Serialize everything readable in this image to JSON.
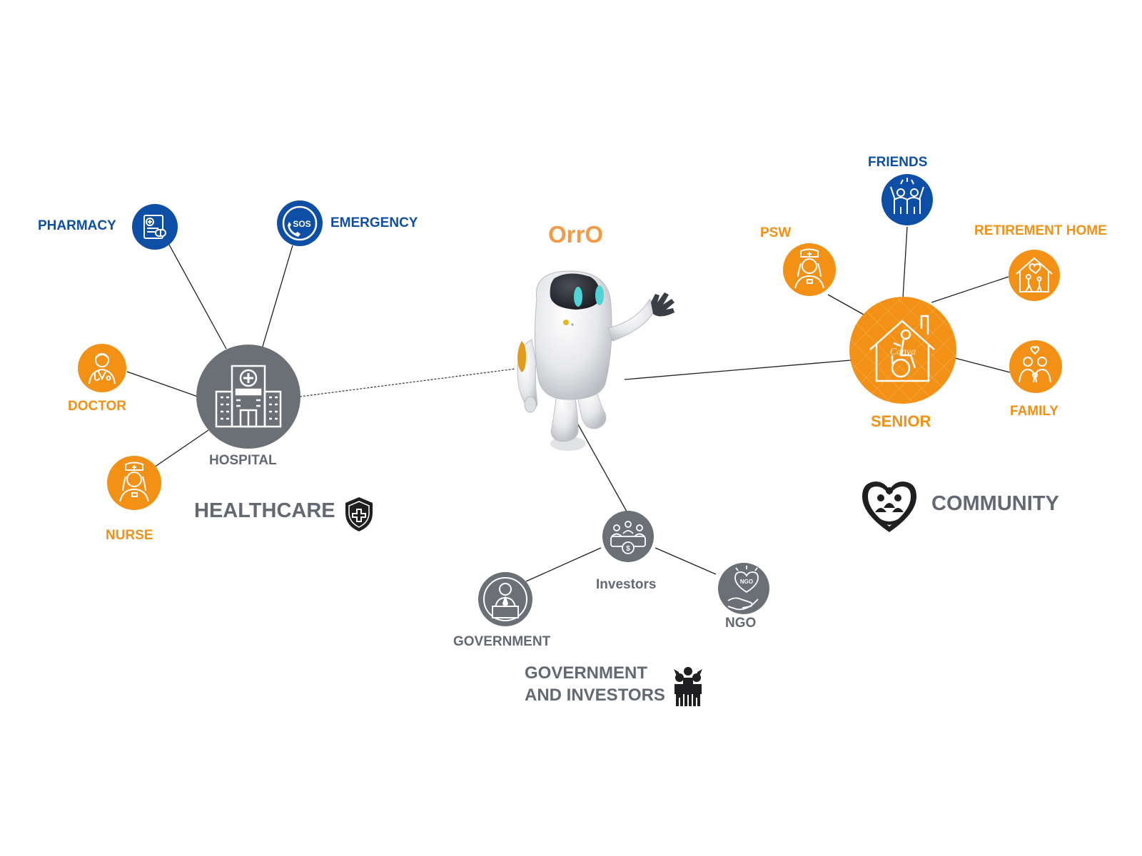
{
  "title": "OrrO",
  "colors": {
    "blue": "#0d4fa6",
    "orange": "#f39117",
    "gray": "#6b6f76",
    "title_orange": "#f39a46",
    "text_gray": "#636873"
  },
  "healthcare": {
    "group_label": "HEALTHCARE",
    "group_icon": "shield-cross-icon",
    "hub": {
      "label": "HOSPITAL",
      "icon": "hospital-building-icon"
    },
    "nodes": [
      {
        "label": "PHARMACY",
        "icon": "prescription-pills-icon"
      },
      {
        "label": "EMERGENCY",
        "icon": "sos-phone-icon"
      },
      {
        "label": "DOCTOR",
        "icon": "doctor-icon"
      },
      {
        "label": "NURSE",
        "icon": "nurse-icon"
      }
    ]
  },
  "community": {
    "group_label": "COMMUNITY",
    "group_icon": "heart-people-icon",
    "hub": {
      "label": "SENIOR",
      "icon": "senior-wheelchair-house-icon"
    },
    "nodes": [
      {
        "label": "FRIENDS",
        "icon": "friends-raised-hands-icon"
      },
      {
        "label": "PSW",
        "icon": "psw-nurse-icon"
      },
      {
        "label": "RETIREMENT HOME",
        "icon": "retirement-home-icon"
      },
      {
        "label": "FAMILY",
        "icon": "family-icon"
      }
    ]
  },
  "gov_investors": {
    "group_label_line1": "GOVERNMENT",
    "group_label_line2": "AND INVESTORS",
    "group_icon": "people-group-icon",
    "hub": {
      "label": "Investors",
      "icon": "investors-meeting-icon"
    },
    "nodes": [
      {
        "label": "GOVERNMENT",
        "icon": "government-official-icon"
      },
      {
        "label": "NGO",
        "icon": "ngo-heart-hand-icon"
      }
    ]
  },
  "center": {
    "icon": "orro-robot-icon"
  }
}
